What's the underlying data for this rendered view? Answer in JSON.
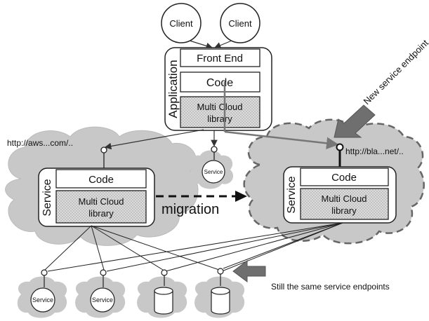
{
  "clients": [
    "Client",
    "Client"
  ],
  "application": {
    "label": "Application",
    "front_end": "Front End",
    "code": "Code",
    "library": [
      "Multi Cloud",
      "library"
    ]
  },
  "left_service": {
    "label": "Service",
    "code": "Code",
    "library": [
      "Multi Cloud",
      "library"
    ],
    "endpoint": "http://aws...com/.."
  },
  "right_service": {
    "label": "Service",
    "code": "Code",
    "library": [
      "Multi Cloud",
      "library"
    ],
    "endpoint": "http://bla...net/.."
  },
  "small_service_label": "Service",
  "migration_label": "migration",
  "new_endpoint_label": "New service endpoint",
  "same_endpoints_label": "Still the same service endpoints",
  "bottom_services": [
    "Service",
    "Service"
  ]
}
